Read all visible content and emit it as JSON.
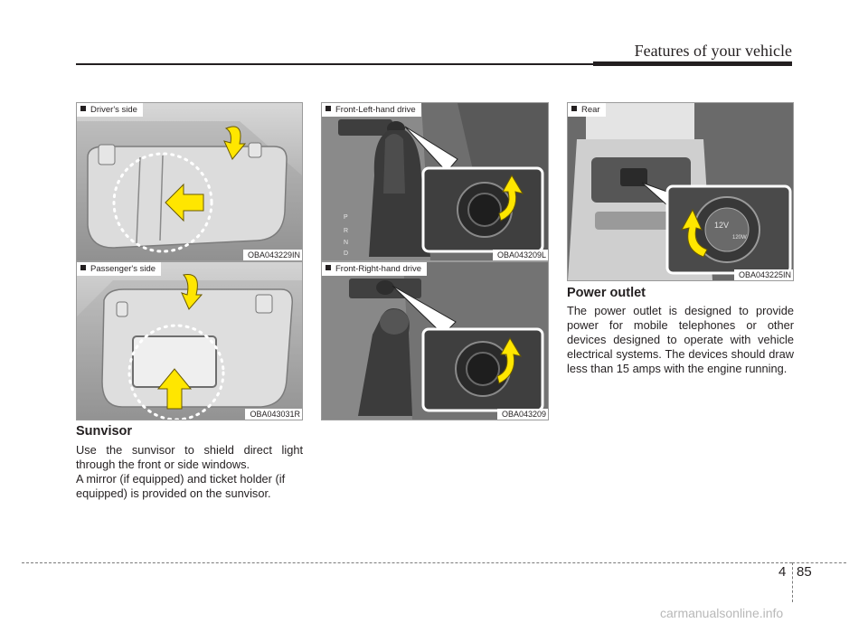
{
  "header": {
    "title": "Features of your vehicle"
  },
  "figures": {
    "drivers_side": {
      "label": "Driver's side",
      "code": "OBA043229IN"
    },
    "passengers_side": {
      "label": "Passenger's side",
      "code": "OBA043031R"
    },
    "front_left": {
      "label": "Front-Left-hand drive",
      "code": "OBA043209L"
    },
    "front_right": {
      "label": "Front-Right-hand drive",
      "code": "OBA043209"
    },
    "rear": {
      "label": "Rear",
      "code": "OBA043225IN"
    }
  },
  "sunvisor": {
    "heading": "Sunvisor",
    "para1": "Use the sunvisor to shield direct light through the front or side windows.",
    "para2": "A mirror (if equipped) and ticket holder (if equipped) is provided on the sunvisor."
  },
  "power_outlet": {
    "heading": "Power outlet",
    "para1": "The power outlet is designed to provide power for mobile telephones or other devices designed to operate with vehicle electrical systems. The devices should draw less than 15 amps with the engine running."
  },
  "gear_letters": [
    "P",
    "R",
    "N",
    "D"
  ],
  "outlet_labels": {
    "voltage": "12V",
    "rating": "120W"
  },
  "page": {
    "chapter": "4",
    "number": "85"
  },
  "watermark": "carmanualsonline.info",
  "colors": {
    "arrow_yellow": "#ffe600",
    "text": "#231f20",
    "photo_gray": "#c8c8c8"
  }
}
